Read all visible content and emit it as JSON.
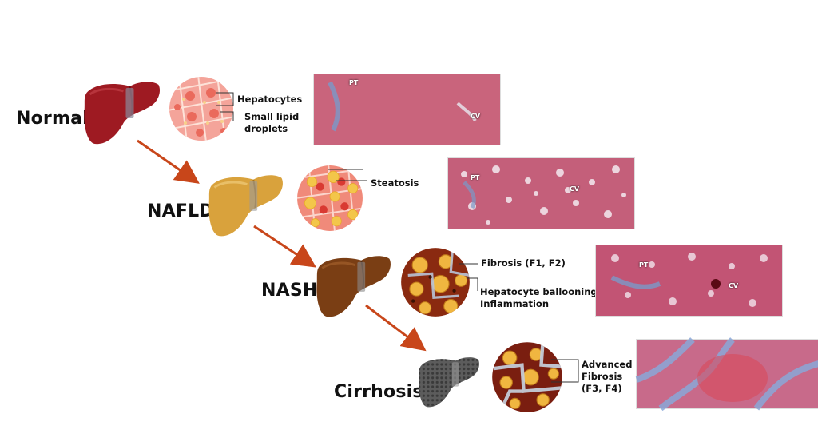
{
  "stages": [
    {
      "label": "Normal",
      "annotations": [
        "Hepatocytes",
        "Small lipid\ndroplets"
      ],
      "tags": [
        "PT",
        "CV"
      ],
      "colors": {
        "liver": "#9e1a22",
        "liver_dark": "#6e0d14",
        "circle": "#f4a49a",
        "micro": "#c9647c"
      }
    },
    {
      "label": "NAFLD",
      "annotations": [
        "Steatosis"
      ],
      "tags": [
        "PT",
        "CV"
      ],
      "colors": {
        "liver": "#d9a23c",
        "liver_dark": "#a8741c",
        "circle": "#f08a7a",
        "micro": "#c45f7a"
      }
    },
    {
      "label": "NASH",
      "annotations": [
        "Fibrosis (F1, F2)",
        "Hepatocyte ballooning\nInflammation"
      ],
      "tags": [
        "PT",
        "CV"
      ],
      "colors": {
        "liver": "#7a3e14",
        "liver_dark": "#4a2008",
        "circle": "#8a2a10",
        "micro": "#c25474"
      }
    },
    {
      "label": "Cirrhosis",
      "annotations": [
        "Advanced\nFibrosis\n(F3, F4)"
      ],
      "tags": [],
      "colors": {
        "liver": "#555555",
        "liver_dark": "#2a2a2a",
        "circle": "#7a1e10",
        "micro": "#c86a8a"
      }
    }
  ],
  "arrow_color": "#c8461a"
}
